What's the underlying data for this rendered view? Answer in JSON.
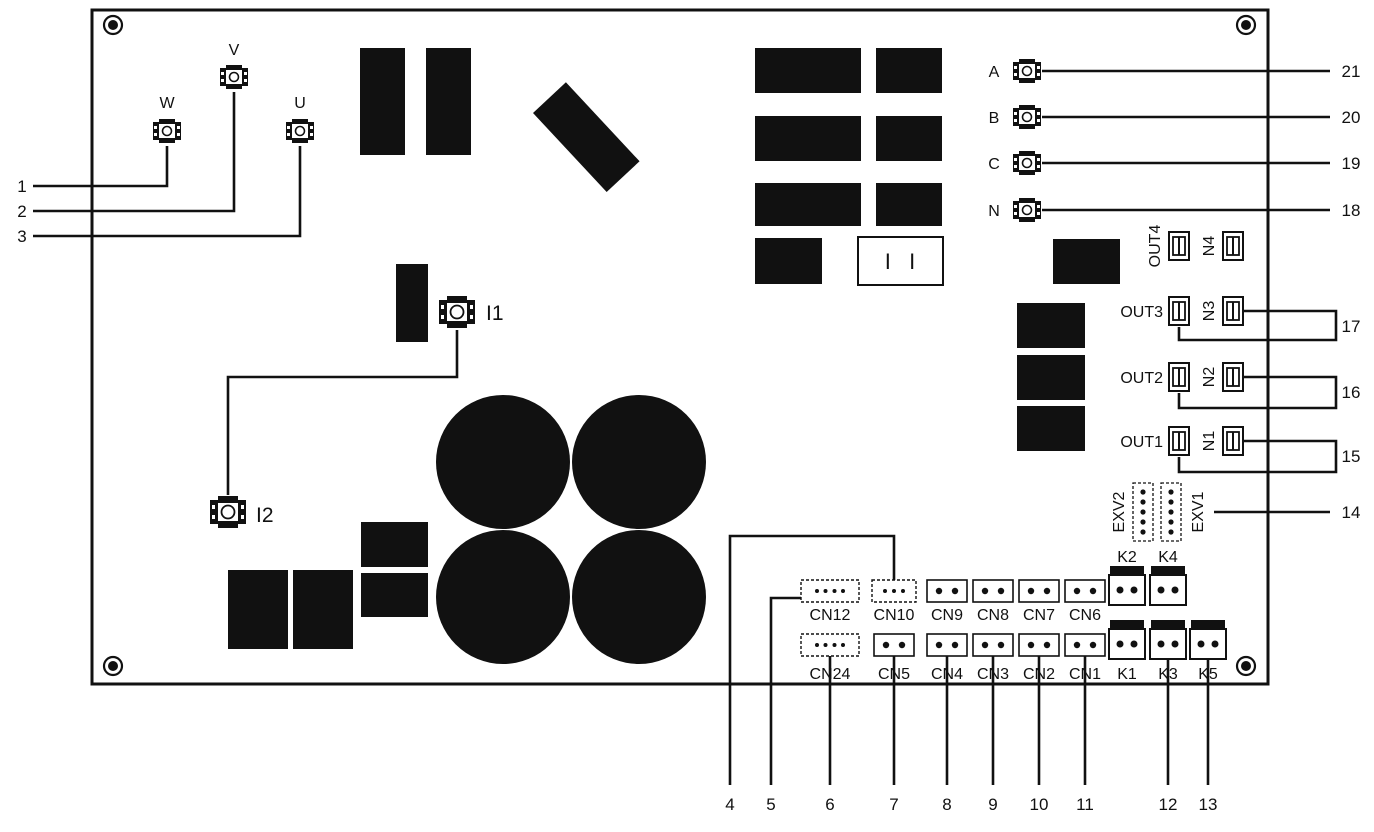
{
  "diagram": {
    "callouts": [
      "1",
      "2",
      "3",
      "4",
      "5",
      "6",
      "7",
      "8",
      "9",
      "10",
      "11",
      "12",
      "13",
      "14",
      "15",
      "16",
      "17",
      "18",
      "19",
      "20",
      "21"
    ],
    "phase_terminals": [
      "W",
      "V",
      "U"
    ],
    "current_terminals": [
      "I1",
      "I2"
    ],
    "power_terminals": [
      "A",
      "B",
      "C",
      "N"
    ],
    "outputs": [
      "OUT4",
      "N4",
      "OUT3",
      "N3",
      "OUT2",
      "N2",
      "OUT1",
      "N1"
    ],
    "exv": [
      "EXV2",
      "EXV1"
    ],
    "relays": [
      "K2",
      "K4",
      "K1",
      "K3",
      "K5"
    ],
    "connectors_top": [
      "CN12",
      "CN10",
      "CN9",
      "CN8",
      "CN7",
      "CN6"
    ],
    "connectors_bottom": [
      "CN24",
      "CN5",
      "CN4",
      "CN3",
      "CN2",
      "CN1"
    ],
    "jumper_symbol": "I   I"
  }
}
